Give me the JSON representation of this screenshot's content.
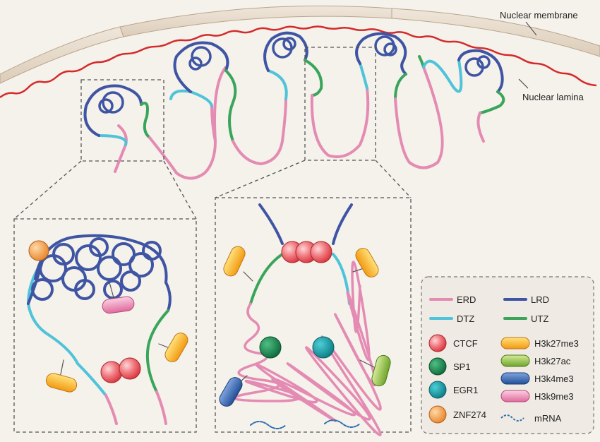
{
  "labels": {
    "nuclear_membrane": "Nuclear membrane",
    "nuclear_lamina": "Nuclear lamina"
  },
  "legend": {
    "lines": [
      {
        "name": "ERD",
        "color": "#e48bb3"
      },
      {
        "name": "LRD",
        "color": "#3f55a3"
      },
      {
        "name": "DTZ",
        "color": "#4fc3d9"
      },
      {
        "name": "UTZ",
        "color": "#3aa55a"
      }
    ],
    "circles": [
      {
        "name": "CTCF",
        "color": "#ee5b63"
      },
      {
        "name": "SP1",
        "color": "#1e8a55"
      },
      {
        "name": "EGR1",
        "color": "#1aa3ad"
      },
      {
        "name": "ZNF274",
        "color": "#f59a3c"
      }
    ],
    "pills": [
      {
        "name": "H3k27me3",
        "color": "#f7b21b"
      },
      {
        "name": "H3k27ac",
        "color": "#9bc64a"
      },
      {
        "name": "H3k4me3",
        "color": "#3a6db4"
      },
      {
        "name": "H3k9me3",
        "color": "#e98ab0"
      }
    ],
    "mrna": {
      "name": "mRNA",
      "color": "#2a6fb0"
    }
  },
  "colors": {
    "background": "#f5f1eb",
    "membrane": "#e8ddd0",
    "lamina": "#d42a2a",
    "dash": "#555555"
  }
}
